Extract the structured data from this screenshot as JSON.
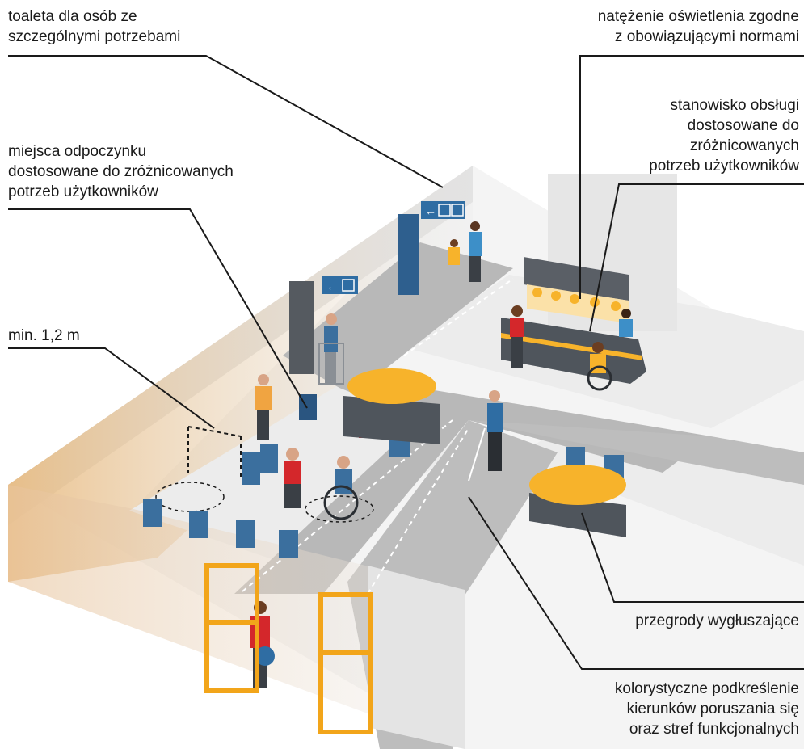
{
  "labels": {
    "toilet": "toaleta dla osób ze\nszczególnymi potrzebami",
    "lighting": "natężenie oświetlenia zgodne\nz obowiązującymi normami",
    "service_desk": "stanowisko obsługi\ndostosowane do\nzróżnicowanych\npotrzeb użytkowników",
    "rest_seats": "miejsca odpoczynku\ndostosowane do zróżnicowanych\npotrzeb użytkowników",
    "min_width": "min. 1,2 m",
    "sound_barriers": "przegrody wygłuszające",
    "colour_accent": "kolorystyczne podkreślenie\nkierunków poruszania się\noraz stref funkcjonalnych"
  },
  "colors": {
    "floor": "#eeeeee",
    "path": "#b5b5b5",
    "wall": "#d9d9d9",
    "wall_gradient": "#e8b87a",
    "seat": "#3b6f9e",
    "seat_dark": "#2a5580",
    "planter": "#f7b32b",
    "door_frame": "#f2a51a",
    "sign": "#2f6da3",
    "leader_line": "#1a1a1a"
  },
  "icons": [
    "arrow-left-icon",
    "toilet-icon",
    "wheelchair-icon"
  ]
}
